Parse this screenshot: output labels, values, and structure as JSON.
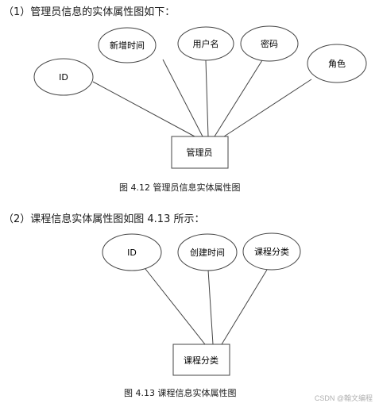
{
  "section1": {
    "heading": "（1）管理员信息的实体属性图如下：",
    "entity": "管理员",
    "attributes": [
      "ID",
      "新增时间",
      "用户名",
      "密码",
      "角色"
    ],
    "caption": "图 4.12    管理员信息实体属性图"
  },
  "section2": {
    "heading": "（2）课程信息实体属性图如图 4.13 所示：",
    "entity": "课程分类",
    "attributes": [
      "ID",
      "创建时间",
      "课程分类"
    ],
    "caption": "图 4.13    课程信息实体属性图"
  },
  "watermark": "CSDN @翰文编程"
}
